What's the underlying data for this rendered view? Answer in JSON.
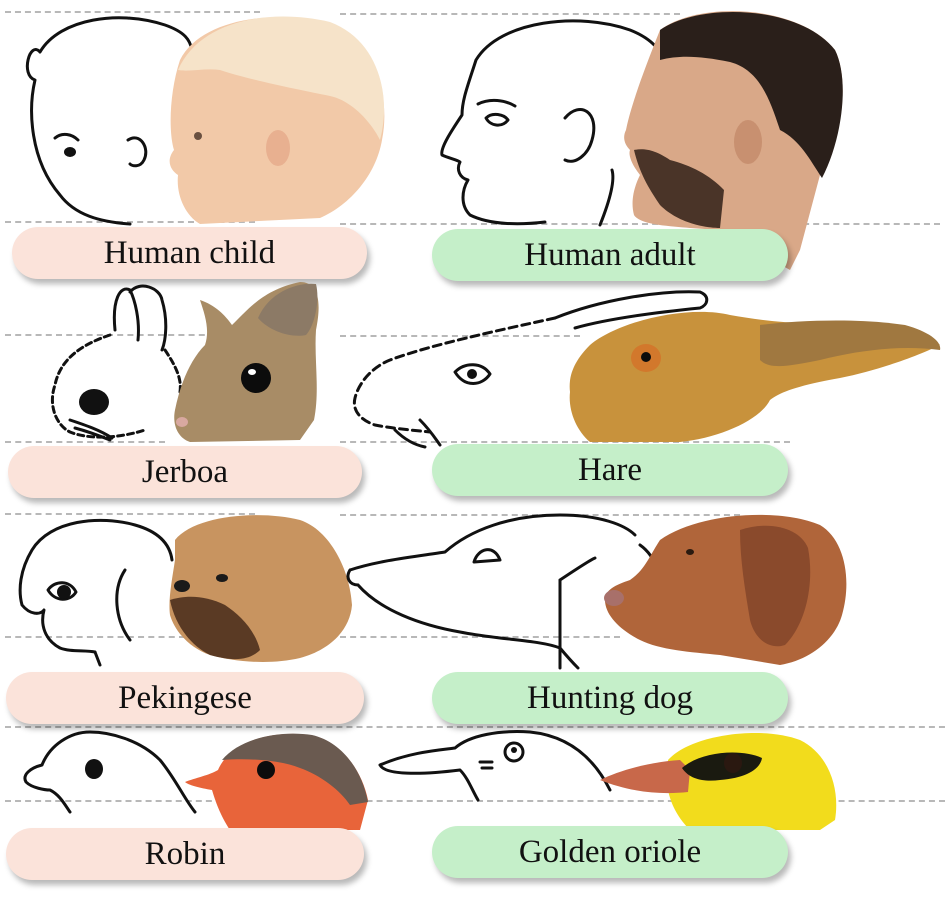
{
  "figure": {
    "colors": {
      "juvenile_label_bg": "#fbe3da",
      "adult_label_bg": "#c5efc9",
      "guide_line": "#b8b8b8",
      "sketch_stroke": "#111111"
    },
    "rows": [
      {
        "left": {
          "label": "Human child",
          "sketch": "human-child-head-sketch",
          "photo": "human-child-photo",
          "photo_colors": [
            "#f2c9a8",
            "#f6e3c9"
          ]
        },
        "right": {
          "label": "Human adult",
          "sketch": "human-adult-head-sketch",
          "photo": "human-adult-photo",
          "photo_colors": [
            "#d9a888",
            "#2a1f1a"
          ]
        }
      },
      {
        "left": {
          "label": "Jerboa",
          "sketch": "jerboa-head-sketch",
          "photo": "jerboa-photo",
          "photo_colors": [
            "#a88c66",
            "#8c7a66"
          ]
        },
        "right": {
          "label": "Hare",
          "sketch": "hare-head-sketch",
          "photo": "hare-photo",
          "photo_colors": [
            "#c8923c",
            "#a07840"
          ]
        }
      },
      {
        "left": {
          "label": "Pekingese",
          "sketch": "pekingese-head-sketch",
          "photo": "pekingese-photo",
          "photo_colors": [
            "#c89460",
            "#5a3a24"
          ]
        },
        "right": {
          "label": "Hunting dog",
          "sketch": "hunting-dog-head-sketch",
          "photo": "hunting-dog-photo",
          "photo_colors": [
            "#b0653a",
            "#8a4a2c"
          ]
        }
      },
      {
        "left": {
          "label": "Robin",
          "sketch": "robin-head-sketch",
          "photo": "robin-photo",
          "photo_colors": [
            "#e8643a",
            "#6a5a50"
          ]
        },
        "right": {
          "label": "Golden oriole",
          "sketch": "golden-oriole-head-sketch",
          "photo": "golden-oriole-photo",
          "photo_colors": [
            "#f2dc1c",
            "#c8684a"
          ]
        }
      }
    ]
  }
}
